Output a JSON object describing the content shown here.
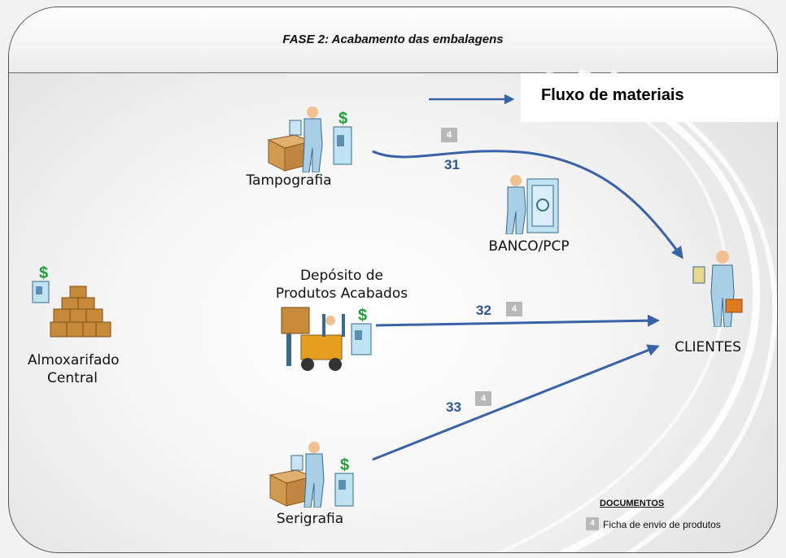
{
  "title": "FASE 2: Acabamento das embalagens",
  "legend": {
    "label": "Fluxo de materiais"
  },
  "nodes": {
    "almoxarifado": "Almoxarifado\nCentral",
    "tampografia": "Tampografia",
    "banco": "BANCO/PCP",
    "deposito": "Depósito de\nProdutos Acabados",
    "serigrafia": "Serigrafia",
    "clientes": "CLIENTES"
  },
  "flows": [
    {
      "number": "31",
      "document": "4",
      "from": "Tampografia",
      "to": "CLIENTES"
    },
    {
      "number": "32",
      "document": "4",
      "from": "Depósito de Produtos Acabados",
      "to": "CLIENTES"
    },
    {
      "number": "33",
      "document": "4",
      "from": "Serigrafia",
      "to": "CLIENTES"
    }
  ],
  "documents": {
    "title": "DOCUMENTOS",
    "items": [
      {
        "badge": "4",
        "label": "Ficha de envio de produtos"
      }
    ]
  },
  "icons": [
    "dollar-icon",
    "safe-icon",
    "boxes-icon",
    "worker-icon",
    "forklift-icon",
    "client-icon"
  ],
  "colors": {
    "arrow": "#3a62a6",
    "flow_number": "#2f5597",
    "dollar": "#1f9e3a",
    "document_badge": "#b8b8b8"
  }
}
